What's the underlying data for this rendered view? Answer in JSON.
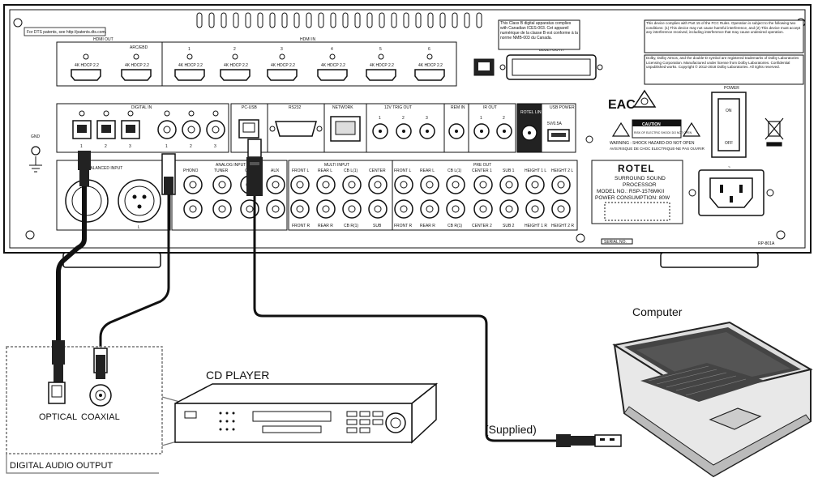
{
  "panel": {
    "patents": "For DTS patents, see http://patents.dts.com.",
    "hdmi_out": "HDMI OUT",
    "arc_ebd": "ARC/EBD",
    "hdmi_in": "HDMI IN",
    "hdcp": "4K HDCP 2.2",
    "hdmi_numbers": [
      "1",
      "2",
      "3",
      "4",
      "5",
      "6"
    ],
    "bluetooth": "BLUETOOTH",
    "notice_class_b": "This Class B digital apparatus complies with Canadian ICES-003. Cet appareil numérique de la classe B est conforme à la norme NMB-003 du Canada.",
    "notice_fcc": "This device complies with Part 15 of the FCC Rules. Operation is subject to the following two conditions: (1) This device may not cause harmful interference, and (2) This device must accept any interference received, including interference that may cause undesired operation.",
    "notice_dolby": "Dolby, Dolby Atmos, and the double-D symbol are registered trademarks of Dolby Laboratories Licensing Corporation. Manufactured under license from Dolby Laboratories. Confidential unpublished works. Copyright © 2012-2018 Dolby Laboratories. All rights reserved.",
    "digital_in": "DIGITAL IN",
    "digital_in_numbers": [
      "1",
      "2",
      "3",
      "1",
      "2",
      "3"
    ],
    "pc_usb": "PC-USB",
    "rs232": "RS232",
    "network": "NETWORK",
    "trig_out": "12V TRIG OUT",
    "trig_numbers": [
      "1",
      "2",
      "3"
    ],
    "rem_in": "REM IN",
    "ir_out": "IR OUT",
    "ir_numbers": [
      "1",
      "2"
    ],
    "rotel_link": "ROTEL LINK",
    "usb_power": "USB POWER",
    "usb_rating": "5V/0.5A",
    "power": "POWER",
    "power_on": "ON",
    "power_off": "OFF",
    "eac": "EAC",
    "caution": "CAUTION",
    "caution_sub": "RISK OF ELECTRIC SHOCK DO NOT OPEN",
    "warning": "WARNING : SHOCK HAZARD-DO NOT OPEN",
    "warning_fr": "AVIS:RISQUE DE CHOC ELECTRIQUE-NE PAS OUVRIR",
    "gnd": "GND",
    "balanced_input": "BALANCED INPUT",
    "balanced_left": "L",
    "analog_input": "ANALOG INPUT",
    "phono": "PHONO",
    "tuner": "TUNER",
    "cd": "CD",
    "aux": "AUX",
    "multi_input": "MULTI INPUT",
    "multi_top": [
      "FRONT L",
      "REAR L",
      "CB L(1)",
      "CENTER"
    ],
    "multi_bottom": [
      "FRONT R",
      "REAR R",
      "CB R(1)",
      "SUB"
    ],
    "pre_out": "PRE OUT",
    "pre_top": [
      "FRONT L",
      "REAR L",
      "CB L(1)",
      "CENTER 1",
      "SUB 1",
      "HEIGHT 1 L",
      "HEIGHT 2 L"
    ],
    "pre_bottom": [
      "FRONT R",
      "REAR R",
      "CB R(1)",
      "CENTER 2",
      "SUB 2",
      "HEIGHT 1 R",
      "HEIGHT 2 R"
    ],
    "brand": "ROTEL",
    "product_line1": "SURROUND SOUND",
    "product_line2": "PROCESSOR",
    "model": "MODEL NO.: RSP-1576MKII",
    "power_consumption": "POWER CONSUMPTION: 80W",
    "serial": "SERIAL NO.",
    "code": "RP-801A"
  },
  "labels": {
    "computer": "Computer",
    "cd_player": "CD PLAYER",
    "supplied": "(Supplied)",
    "optical": "OPTICAL",
    "coaxial": "COAXIAL",
    "digital_audio_output": "DIGITAL AUDIO OUTPUT"
  }
}
